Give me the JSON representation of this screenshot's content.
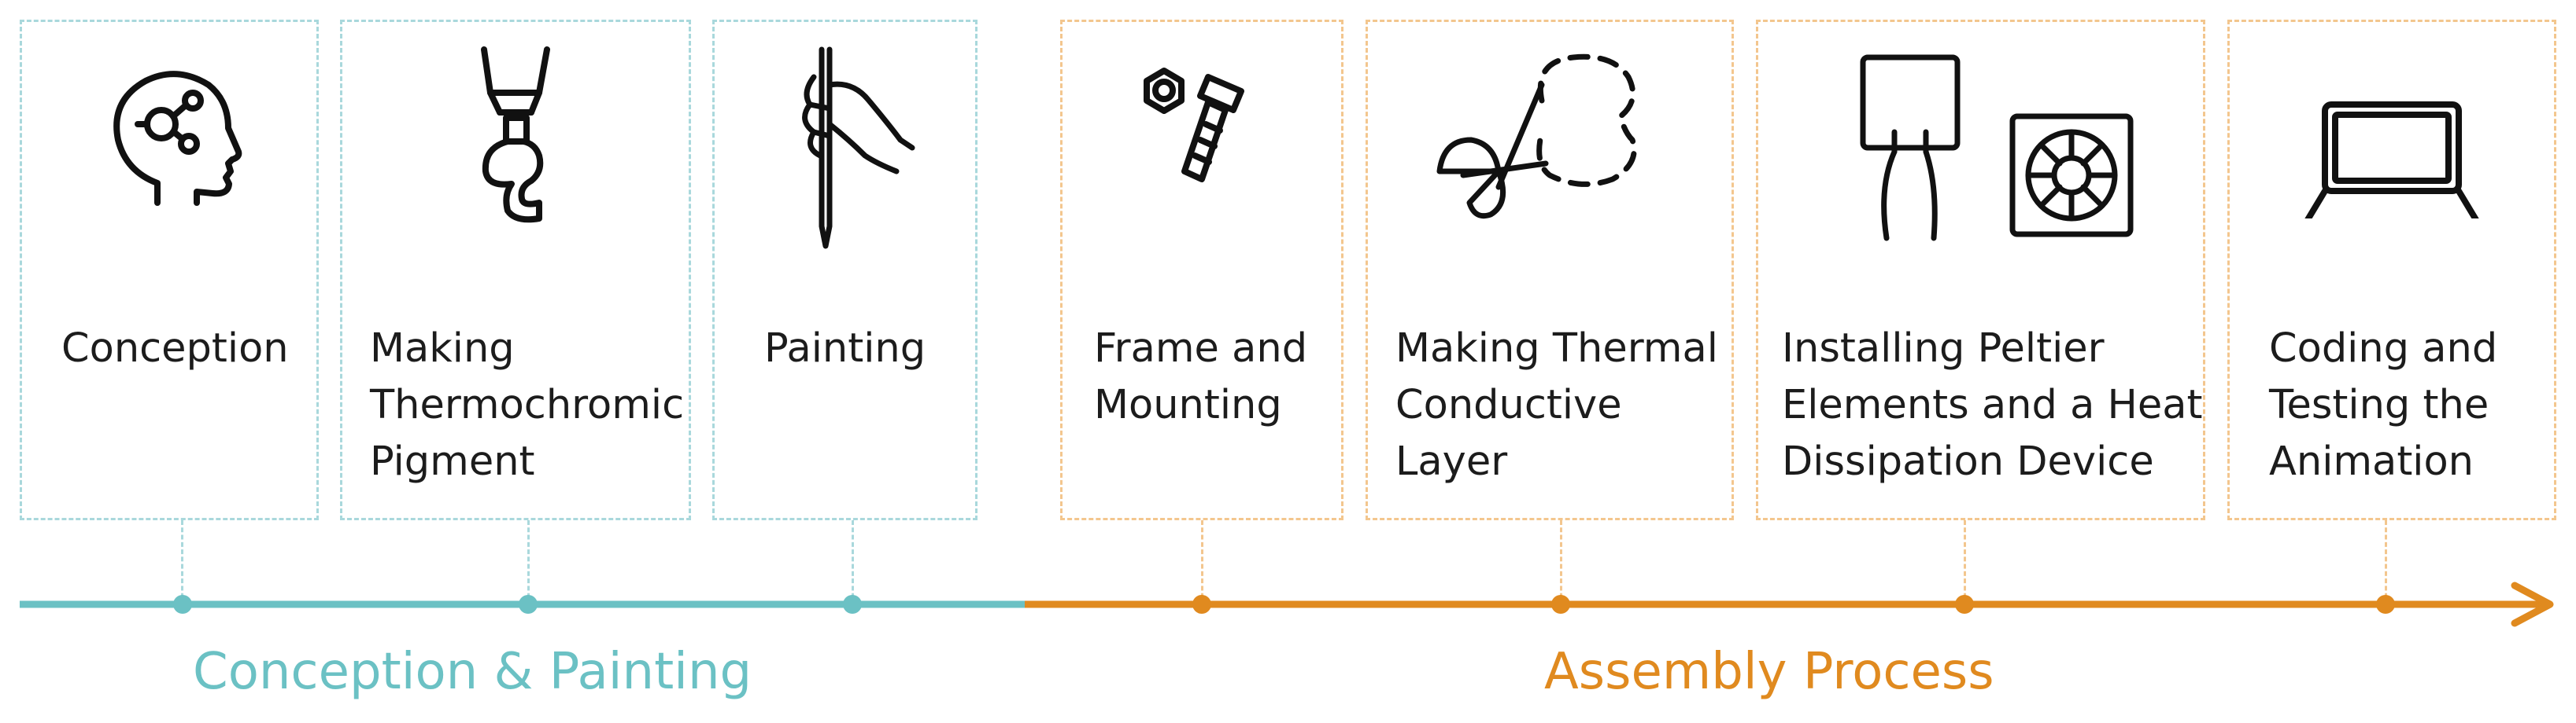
{
  "colors": {
    "teal": "#6bc1c4",
    "orange": "#e08a1f",
    "teal_dash": "#a9d8dc",
    "orange_dash": "#f3c68e"
  },
  "steps": [
    {
      "label_lines": [
        "Conception"
      ],
      "icon": "head-brain-icon",
      "phase": "teal"
    },
    {
      "label_lines": [
        "Making",
        "Thermochromic",
        "Pigment"
      ],
      "icon": "pigment-dropper-icon",
      "phase": "teal"
    },
    {
      "label_lines": [
        "Painting"
      ],
      "icon": "hand-brush-icon",
      "phase": "teal"
    },
    {
      "label_lines": [
        "Frame and",
        "Mounting"
      ],
      "icon": "nut-bolt-icon",
      "phase": "orange"
    },
    {
      "label_lines": [
        "Making Thermal",
        "Conductive",
        "Layer"
      ],
      "icon": "scissors-cutout-icon",
      "phase": "orange"
    },
    {
      "label_lines": [
        "Installing Peltier",
        "Elements and a Heat",
        "Dissipation Device"
      ],
      "icon": "peltier-fan-icon",
      "phase": "orange"
    },
    {
      "label_lines": [
        "Coding and",
        "Testing the",
        "Animation"
      ],
      "icon": "laptop-icon",
      "phase": "orange"
    }
  ],
  "sections": {
    "conception": "Conception & Painting",
    "assembly": "Assembly Process"
  }
}
